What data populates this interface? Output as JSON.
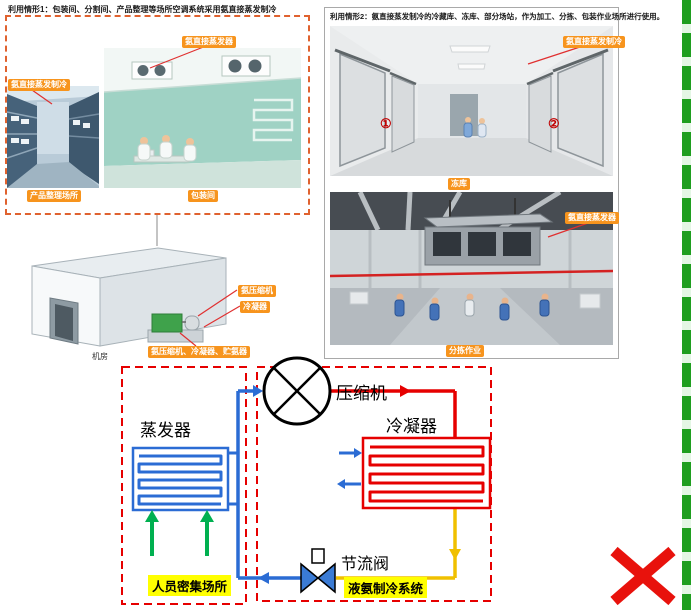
{
  "case1": {
    "title": "利用情形1：包装间、分割间、产品整理等场所空调系统采用氨直接蒸发制冷",
    "tag_direct_cooling": "氨直接蒸发制冷",
    "tag_evaporator": "氨直接蒸发器",
    "tag_product_area": "产品整理场所",
    "tag_packing_room": "包装间"
  },
  "machine_room": {
    "tag_compressor": "氨压缩机",
    "tag_condenser": "冷凝器",
    "tag_unit": "氨压缩机、冷凝器、贮氨器",
    "caption": "机房"
  },
  "case2": {
    "title": "利用情形2：氨直接蒸发制冷的冷藏库、冻库、部分场站，作为加工、分拣、包装作业场所进行使用。",
    "tag_direct_cooling": "氨直接蒸发制冷",
    "tag_evaporator": "氨直接蒸发器",
    "tag_freezer": "冻库",
    "tag_sorting": "分拣作业",
    "marker_1": "①",
    "marker_2": "②"
  },
  "cycle": {
    "compressor": "压缩机",
    "condenser": "冷凝器",
    "evaporator": "蒸发器",
    "valve": "节流阀",
    "crowded_label": "人员密集场所",
    "system_label": "液氨制冷系统"
  },
  "colors": {
    "tag_orange": "#f7941d",
    "highlight_yellow": "#ffff00",
    "pipe_red": "#e60000",
    "pipe_blue": "#2b6cd4",
    "pipe_yellow": "#f0c000",
    "arrow_green": "#00b050",
    "mark_red_x": "#e8120c",
    "strip_green": "#1f9e1f"
  }
}
